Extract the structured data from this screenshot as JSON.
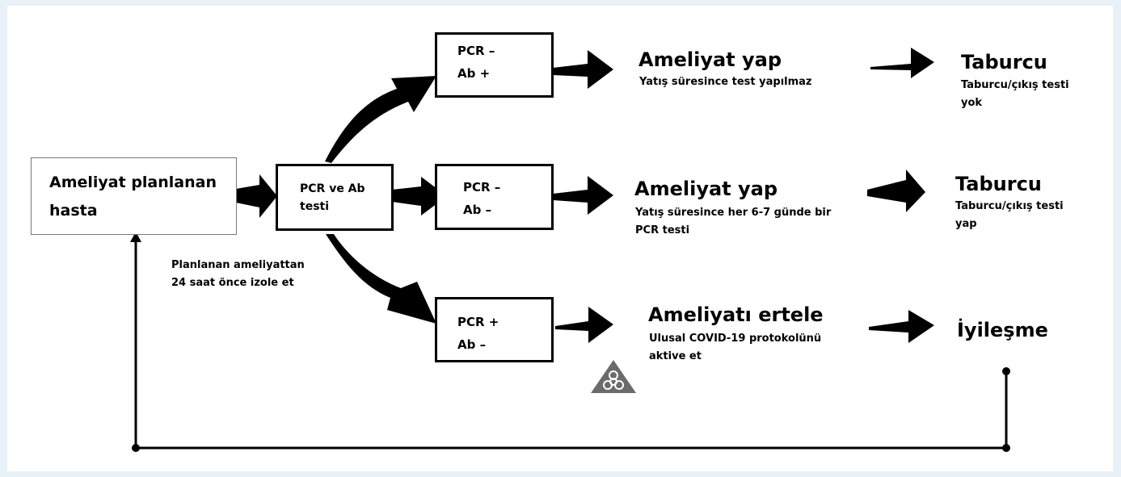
{
  "patient_box": {
    "line1": "Ameliyat planlanan",
    "line2": "hasta"
  },
  "test_box": {
    "line1": "PCR ve Ab",
    "line2": "testi"
  },
  "isolation_note": {
    "line1": "Planlanan ameliyattan",
    "line2": "24 saat önce izole et"
  },
  "branches": [
    {
      "result_line1": "PCR –",
      "result_line2": "Ab +",
      "action_title": "Ameliyat yap",
      "action_detail_line1": "Yatış süresince test yapılmaz",
      "action_detail_line2": "",
      "outcome_title": "Taburcu",
      "outcome_detail_line1": "Taburcu/çıkış testi",
      "outcome_detail_line2": "yok"
    },
    {
      "result_line1": "PCR –",
      "result_line2": "Ab –",
      "action_title": "Ameliyat yap",
      "action_detail_line1": "Yatış süresince her 6-7 günde bir",
      "action_detail_line2": "PCR testi",
      "outcome_title": "Taburcu",
      "outcome_detail_line1": "Taburcu/çıkış testi",
      "outcome_detail_line2": "yap"
    },
    {
      "result_line1": "PCR +",
      "result_line2": "Ab –",
      "action_title": "Ameliyatı ertele",
      "action_detail_line1": "Ulusal COVID-19 protokolünü",
      "action_detail_line2": "aktive et",
      "outcome_title": "İyileşme",
      "outcome_detail_line1": "",
      "outcome_detail_line2": ""
    }
  ],
  "icons": {
    "hazard": "biohazard-warning-icon"
  },
  "colors": {
    "background": "#e8f1f8",
    "panel": "#ffffff",
    "ink": "#000000",
    "hazard": "#6b6b6b"
  }
}
